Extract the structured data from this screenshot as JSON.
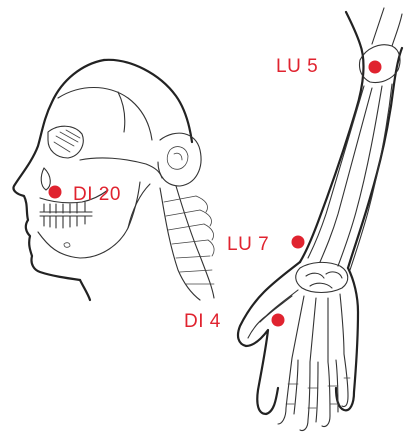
{
  "colors": {
    "point": "#e0232f",
    "label": "#e0232f",
    "line_art": "#222222",
    "background": "#ffffff"
  },
  "points": [
    {
      "id": "lu5",
      "label": "LU  5"
    },
    {
      "id": "di20",
      "label": "DI  20"
    },
    {
      "id": "lu7",
      "label": "LU  7"
    },
    {
      "id": "di4",
      "label": "DI  4"
    }
  ]
}
